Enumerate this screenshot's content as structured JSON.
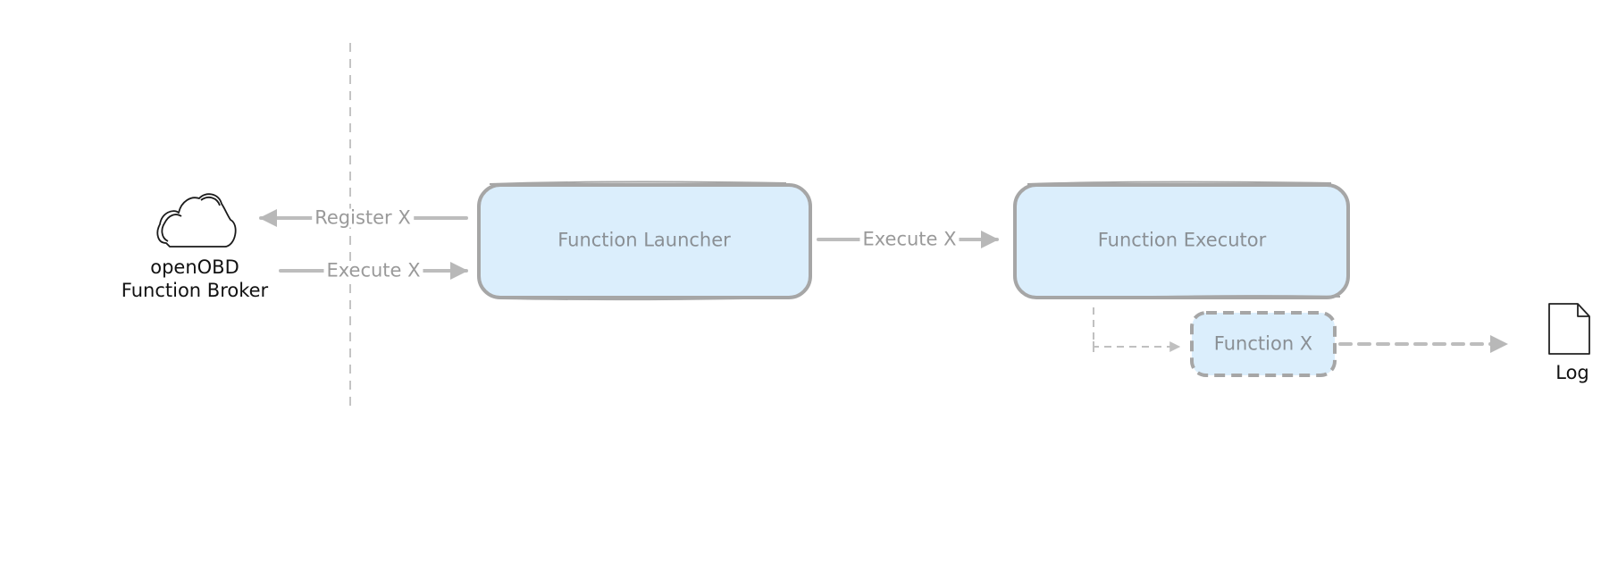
{
  "nodes": {
    "broker": {
      "line1": "openOBD",
      "line2": "Function Broker"
    },
    "launcher": {
      "label": "Function Launcher"
    },
    "executor": {
      "label": "Function Executor"
    },
    "function_x": {
      "label": "Function X"
    },
    "log": {
      "label": "Log"
    }
  },
  "edges": {
    "register": "Register X",
    "execute_broker": "Execute X",
    "execute_launcher": "Execute X"
  },
  "colors": {
    "box_fill": "#dbeefc",
    "box_stroke": "#a6a6a6",
    "arrow": "#bdbdbd",
    "divider": "#c4c4c4",
    "text_dark": "#111111",
    "text_muted": "#9a9a9a"
  }
}
